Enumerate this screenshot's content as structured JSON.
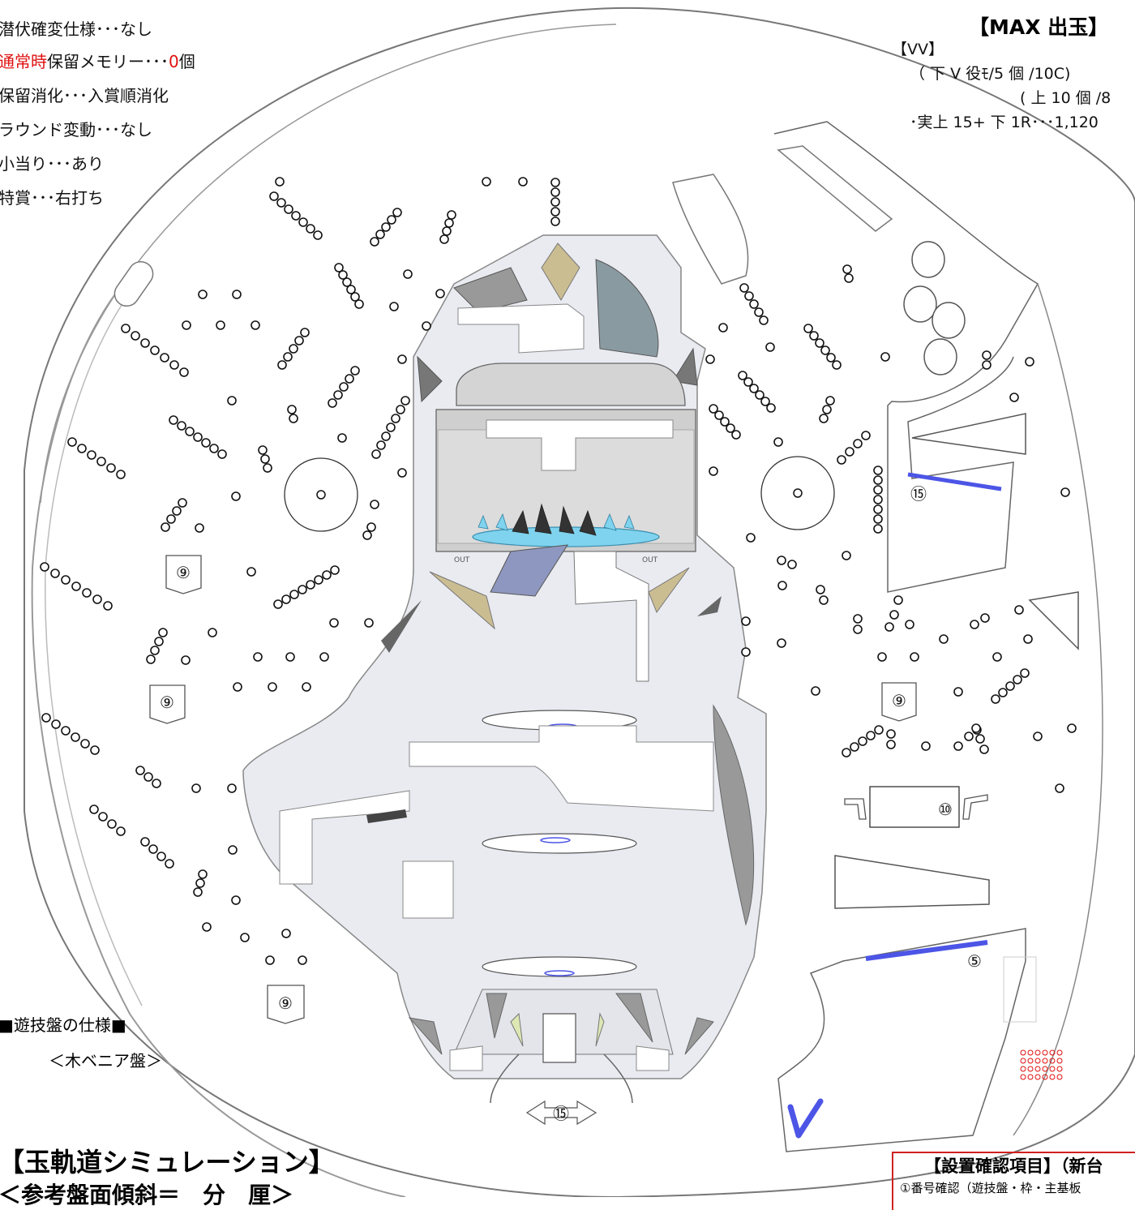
{
  "specs": {
    "top_cut": "",
    "line1": "潜伏確変仕様･･･なし",
    "line2_red": "通常時",
    "line2_rest": "保留メモリー･･･",
    "line2_value": "0",
    "line2_unit": "個",
    "line3": "保留消化･･･入賞順消化",
    "line4": "ラウンド変動･･･なし",
    "line5": "小当り･･･あり",
    "line6": "特賞･･･右打ち"
  },
  "max_panel": {
    "title": "【MAX 出玉】",
    "vv": "【VV】",
    "line1": "（ 下 V 役ﾓ/5 個 /10C)",
    "line2": "( 上 10 個 /8",
    "line3": "･実上 15+ 下 1R･･･1,120"
  },
  "board_spec": {
    "title": "■遊技盤の仕様■",
    "kind": "＜木ベニア盤＞"
  },
  "simulation": {
    "title": "【玉軌道シミュレーション】",
    "sub": "＜参考盤面傾斜＝　分　厘＞"
  },
  "check": {
    "title": "【設置確認項目】（新台",
    "item1": "①番号確認（遊技盤・枠・主基板"
  },
  "labels": {
    "out_left": "OUT",
    "out_right": "OUT",
    "pocket9": "⑨",
    "pocket10": "⑩",
    "pocket15": "⑮",
    "pocket5": "⑤"
  },
  "colors": {
    "nail_stroke": "#111111",
    "center_fill": "#e9ebf1",
    "accent_blue": "#4c55e6",
    "crystal_blue": "#7fd3ee",
    "dark_gray": "#555555",
    "red": "#e01010"
  }
}
